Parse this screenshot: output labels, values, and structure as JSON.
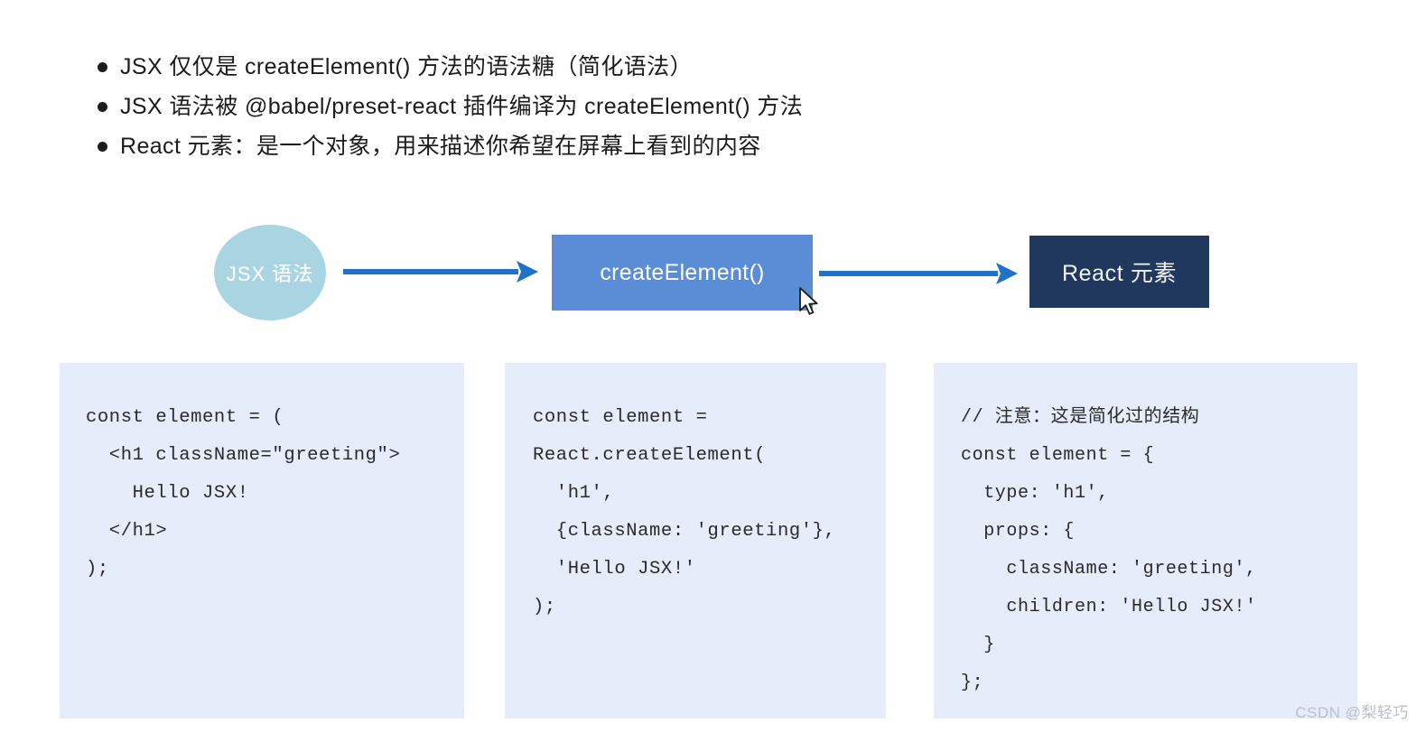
{
  "bullets": [
    {
      "text": "JSX 仅仅是 createElement() 方法的语法糖（简化语法）"
    },
    {
      "text": "JSX 语法被 @babel/preset-react 插件编译为 createElement() 方法"
    },
    {
      "text": "React 元素：是一个对象，用来描述你希望在屏幕上看到的内容"
    }
  ],
  "diagram": {
    "type": "flow",
    "nodes": [
      {
        "id": "jsx",
        "label": "JSX 语法",
        "shape": "ellipse",
        "fill": "#a9d5e2",
        "text_color": "#ffffff"
      },
      {
        "id": "createelement",
        "label": "createElement()",
        "shape": "rect",
        "fill": "#5b8dd6",
        "text_color": "#ffffff"
      },
      {
        "id": "reactelement",
        "label": "React 元素",
        "shape": "rect",
        "fill": "#20375e",
        "text_color": "#f1f4f8"
      }
    ],
    "edges": [
      {
        "from": "jsx",
        "to": "createelement",
        "color": "#1f72c8"
      },
      {
        "from": "createelement",
        "to": "reactelement",
        "color": "#1f72c8"
      }
    ]
  },
  "code_blocks": [
    {
      "id": "jsx-source",
      "language": "jsx",
      "background": "#e7ecfb",
      "code": "const element = (\n  <h1 className=\"greeting\">\n    Hello JSX!\n  </h1>\n);"
    },
    {
      "id": "createelement-call",
      "language": "javascript",
      "background": "#e7ecfb",
      "code": "const element =\nReact.createElement(\n  'h1',\n  {className: 'greeting'},\n  'Hello JSX!'\n);"
    },
    {
      "id": "react-element-object",
      "language": "javascript",
      "background": "#e7ecfb",
      "code": "// 注意：这是简化过的结构\nconst element = {\n  type: 'h1',\n  props: {\n    className: 'greeting',\n    children: 'Hello JSX!'\n  }\n};"
    }
  ],
  "watermark": {
    "text": "CSDN @梨轻巧"
  }
}
